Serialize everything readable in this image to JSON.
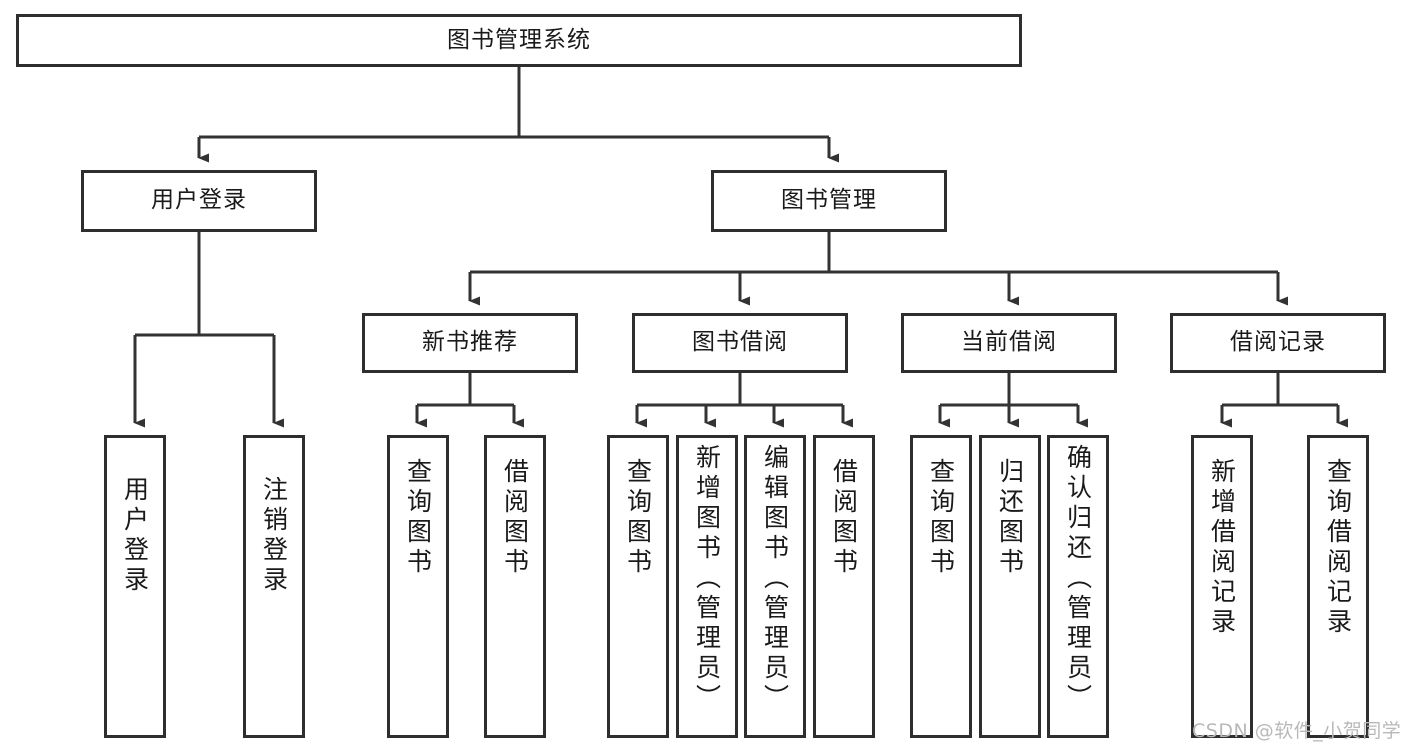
{
  "diagram": {
    "title": "图书管理系统",
    "type": "tree-hierarchy",
    "root": {
      "label": "图书管理系统"
    },
    "level2": [
      {
        "label": "用户登录"
      },
      {
        "label": "图书管理"
      }
    ],
    "level3": [
      {
        "label": "新书推荐"
      },
      {
        "label": "图书借阅"
      },
      {
        "label": "当前借阅"
      },
      {
        "label": "借阅记录"
      }
    ],
    "leaves": {
      "user_login": [
        {
          "label": "用户登录"
        },
        {
          "label": "注销登录"
        }
      ],
      "new_book": [
        {
          "label": "查询图书"
        },
        {
          "label": "借阅图书"
        }
      ],
      "book_borrow": [
        {
          "label": "查询图书"
        },
        {
          "label": "新增图书（管理员）"
        },
        {
          "label": "编辑图书（管理员）"
        },
        {
          "label": "借阅图书"
        }
      ],
      "current_borrow": [
        {
          "label": "查询图书"
        },
        {
          "label": "归还图书"
        },
        {
          "label": "确认归还（管理员）"
        }
      ],
      "borrow_record": [
        {
          "label": "新增借阅记录"
        },
        {
          "label": "查询借阅记录"
        }
      ]
    }
  },
  "watermark": {
    "text": "CSDN @软件_小贺同学"
  },
  "colors": {
    "border": "#2e2e2e",
    "background": "#ffffff",
    "text": "#1a1a1a",
    "edge": "#333333",
    "watermark": "#b9b9b9"
  }
}
